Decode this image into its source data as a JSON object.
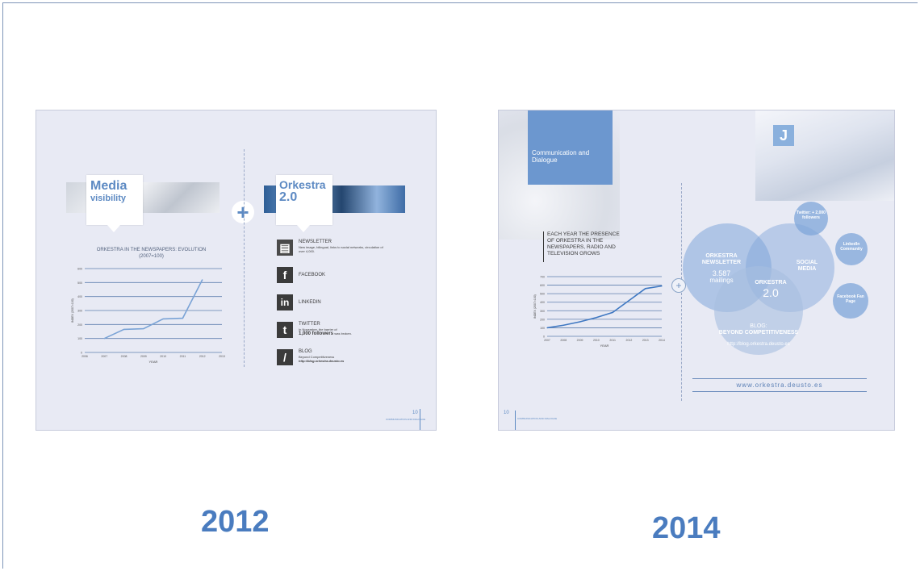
{
  "years": {
    "left": "2012",
    "right": "2014"
  },
  "panel_2012": {
    "media_title": "Media",
    "media_subtitle": "visibility",
    "orkestra_title": "Orkestra",
    "orkestra_version": "2.0",
    "chart_title": "ORKESTRA IN THE NEWSPAPERS: EVOLUTION",
    "chart_subtitle": "(2007=100)",
    "social": [
      {
        "icon": "newsletter-icon",
        "label": "NEWSLETTER",
        "desc": "New image, bilingual, links to social networks, circulation of over 4,000."
      },
      {
        "icon": "facebook-icon",
        "glyph": "f",
        "label": "FACEBOOK",
        "desc": ""
      },
      {
        "icon": "linkedin-icon",
        "glyph": "in",
        "label": "LINKEDIN",
        "desc": ""
      },
      {
        "icon": "twitter-icon",
        "glyph": "t",
        "label": "TWITTER",
        "desc": "In November, the barrier of",
        "desc_bold": "1,000 followers",
        "desc_end": "was broken."
      },
      {
        "icon": "blog-icon",
        "glyph": "/",
        "label": "BLOG",
        "desc": "Beyond Competitiveness",
        "desc_bold": "http://blog.orkestra.deusto.es"
      }
    ],
    "footer_page": "10",
    "footer_text": "COMMUNICATION AND DIALOGUE"
  },
  "panel_2014": {
    "section_title": "Communication and Dialogue",
    "intro": "EACH YEAR THE PRESENCE OF ORKESTRA IN THE NEWSPAPERS, RADIO AND TELEVISION GROWS",
    "venn": {
      "newsletter_title": "ORKESTRA NEWSLETTER",
      "newsletter_count": "3.587",
      "newsletter_unit": "mailings",
      "social_title": "SOCIAL MEDIA",
      "center_title": "ORKESTRA",
      "center_version": "2.0",
      "blog_title": "BLOG:",
      "blog_subtitle": "BEYOND COMPETITIVENESS",
      "blog_url": "http://blog.orkestra.deusto.es",
      "twitter": "Twitter: + 2,000 followers",
      "linkedin": "LinkedIn Community",
      "facebook": "Facebook Fan Page"
    },
    "website": "www.orkestra.deusto.es",
    "footer_page": "10",
    "footer_text": "COMMUNICATION AND DIALOGUE"
  },
  "chart_data": [
    {
      "type": "line",
      "x": [
        2007,
        2008,
        2009,
        2010,
        2011,
        2012
      ],
      "y": [
        100,
        165,
        170,
        240,
        245,
        520
      ],
      "xlim": [
        2006,
        2013
      ],
      "ylim": [
        0,
        600
      ],
      "xlabel": "YEAR",
      "ylabel": "INDEX (2007=100)",
      "grid": true,
      "color": "#7aa3d6"
    },
    {
      "type": "line",
      "x": [
        2007,
        2008,
        2009,
        2010,
        2011,
        2012,
        2013,
        2014
      ],
      "y": [
        100,
        130,
        170,
        220,
        280,
        420,
        560,
        590
      ],
      "xlim": [
        2007,
        2014
      ],
      "ylim": [
        0,
        700
      ],
      "xlabel": "YEAR",
      "ylabel": "INDEX (2007=100)",
      "grid": true,
      "color": "#3f78c2"
    }
  ]
}
